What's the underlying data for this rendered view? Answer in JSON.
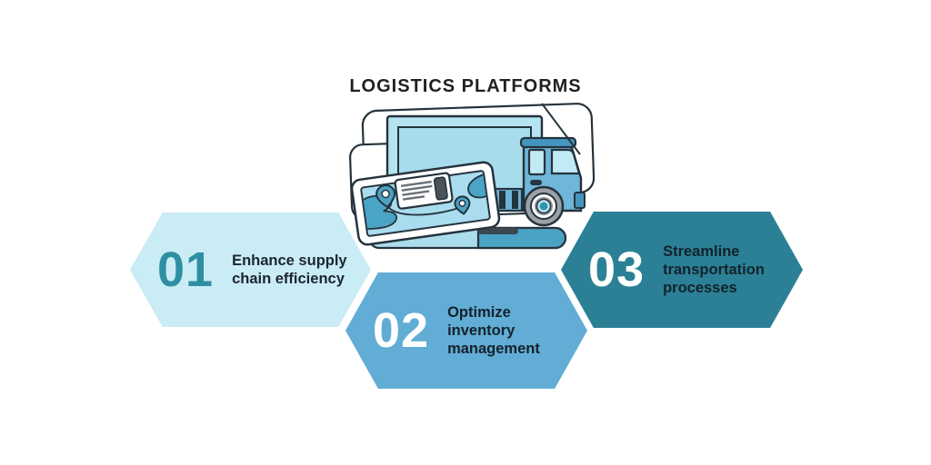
{
  "title": "LOGISTICS PLATFORMS",
  "steps": [
    {
      "number": "01",
      "lines": [
        "Enhance supply",
        "chain efficiency"
      ],
      "fill": "#c9ecf5",
      "number_color": "#2f8fa2",
      "text_color": "#1d2531"
    },
    {
      "number": "02",
      "lines": [
        "Optimize",
        "inventory",
        "management"
      ],
      "fill": "#61add5",
      "number_color": "#ffffff",
      "text_color": "#15202b"
    },
    {
      "number": "03",
      "lines": [
        "Streamline",
        "transportation",
        "processes"
      ],
      "fill": "#2b8095",
      "number_color": "#ffffff",
      "text_color": "#13222b"
    }
  ],
  "illustration": {
    "alt": "Delivery truck behind a laptop showing a logistics map with route, location pins and shipping label",
    "colors": {
      "outline": "#25333d",
      "light_blue": "#b5e3f0",
      "panel_blue": "#a6dcec",
      "medium_blue": "#6fb6d8",
      "accent_blue": "#4596bf",
      "map_water": "#a9dcee",
      "map_land": "#4aa4c6",
      "wheel_hub_teal": "#2f93ae",
      "tire_gray": "#9aa1a8"
    }
  }
}
